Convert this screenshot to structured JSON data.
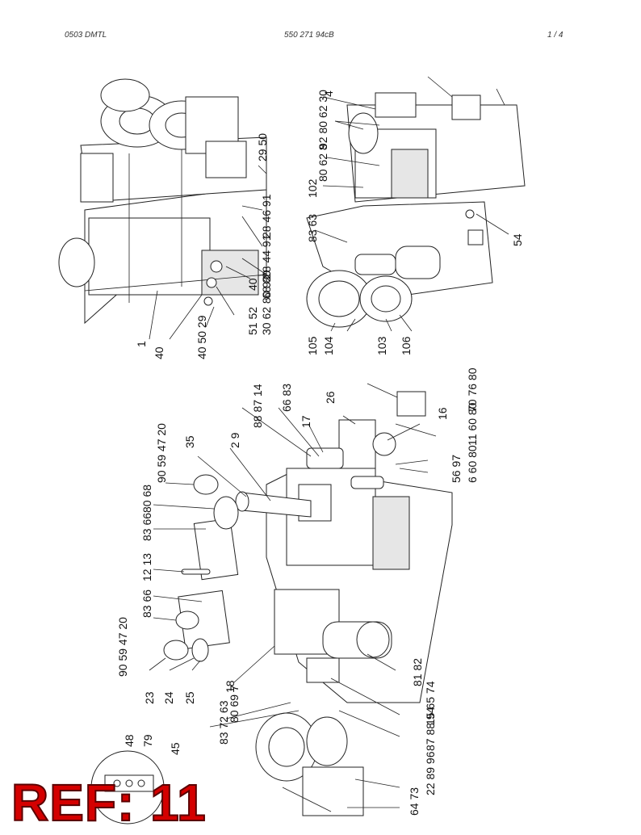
{
  "header": {
    "left": "0503 DMTL",
    "center": "550 271 94cB",
    "right": "1 /   4"
  },
  "ref_label": "REF: 11",
  "top_drawing_labels": {
    "g_4": "4",
    "g_92": "92 80 62 30",
    "g_29": "29 50",
    "g_80": "80 62 8",
    "g_102": "102",
    "g_28a": "28 46 91",
    "g_28b": "28 44 91",
    "g_83": "83 63",
    "g_68": "68 80",
    "g_40": "40",
    "g_54": "54",
    "g_30": "30 62 80 92",
    "g_51": "51 52",
    "g_1": "1",
    "g_40b": "40",
    "g_40c": "40 50 29",
    "g_105": "105",
    "g_104": "104",
    "g_103": "103",
    "g_106": "106"
  },
  "bottom_drawing_labels": {
    "g_88": "88 87 14",
    "g_66": "66 83",
    "g_26": "26",
    "g_70": "70 76 80",
    "g_16": "16",
    "g_17": "17",
    "g_11": "11 60 80",
    "g_35": "35",
    "g_2": "2 9",
    "g_6": "6 60 80",
    "g_56": "56 97",
    "g_90a": "90 59 47 20",
    "g_80a": "80 68",
    "g_83a": "83 66",
    "g_12": "12 13",
    "g_83b": "83 66",
    "g_90b": "90 59 47 20",
    "g_23": "23",
    "g_24": "24",
    "g_25": "25",
    "g_18": "18",
    "g_81": "81 82",
    "g_80b": "80 69 7",
    "g_83c": "83 72 63",
    "g_15": "15 65 74",
    "g_87": "87 88 94",
    "g_48": "48",
    "g_79": "79",
    "g_45": "45",
    "g_22": "22 89 96",
    "g_64": "64 73"
  }
}
